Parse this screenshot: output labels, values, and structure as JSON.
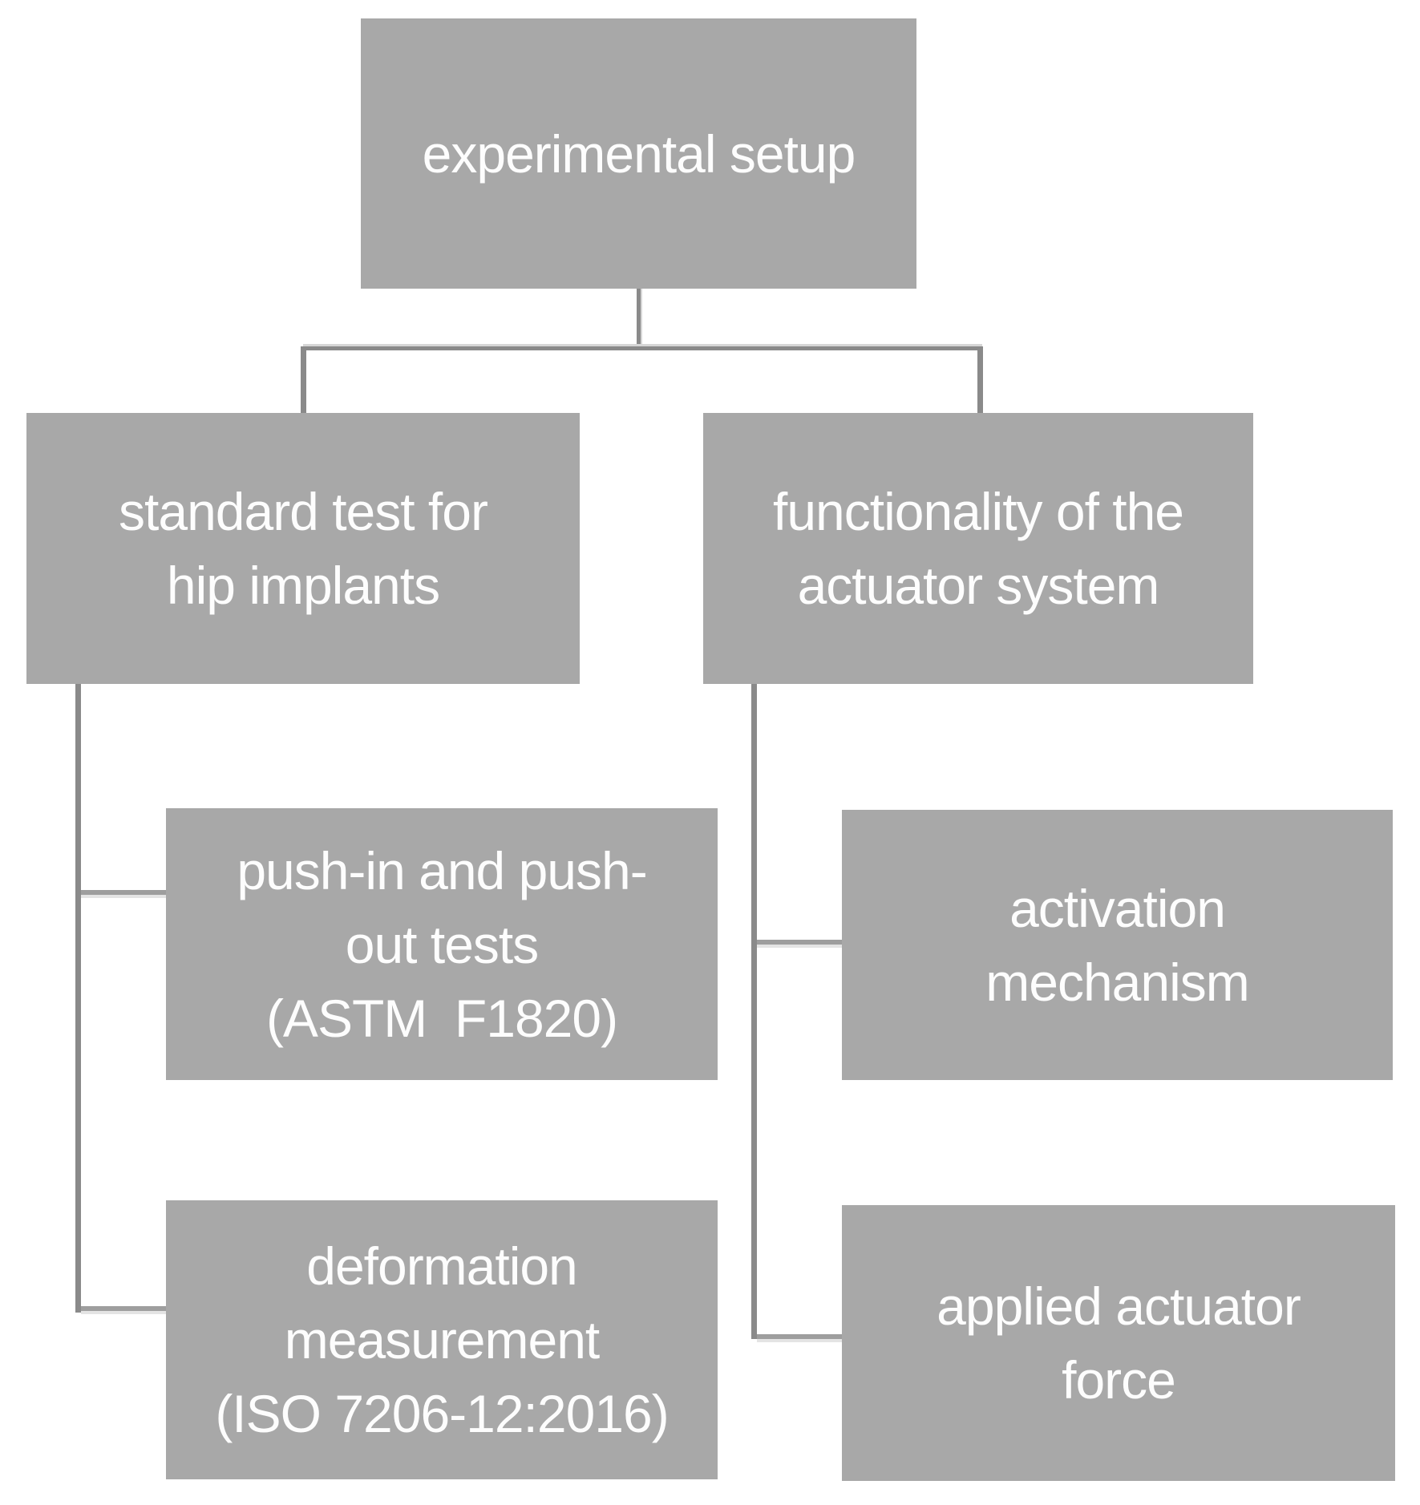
{
  "diagram": {
    "type": "hierarchy-flowchart",
    "background_color": "#ffffff",
    "node_fill_color": "#a8a8a8",
    "node_text_color": "#fdfdfd",
    "connector_color": "#8a8a8a",
    "connector_highlight_color": "#d6d6d6",
    "stub_color": "#9e9e9e",
    "stub_shadow_color": "#e4e4e4"
  },
  "nodes": {
    "root": {
      "label": "experimental setup",
      "lines": [
        "experimental setup"
      ]
    },
    "standard_test": {
      "label": "standard test for hip implants",
      "lines": [
        "standard test for",
        "hip implants"
      ]
    },
    "functionality": {
      "label": "functionality of the actuator system",
      "lines": [
        "functionality of the",
        "actuator system"
      ]
    },
    "push_tests": {
      "label": "push-in and push-out tests (ASTM  F1820)",
      "lines": [
        "push-in and push-",
        "out tests",
        "(ASTM  F1820)"
      ]
    },
    "activation": {
      "label": "activation mechanism",
      "lines": [
        "activation",
        "mechanism"
      ]
    },
    "deformation": {
      "label": "deformation measurement (ISO 7206-12:2016)",
      "lines": [
        "deformation",
        "measurement",
        "(ISO 7206-12:2016)"
      ]
    },
    "applied_force": {
      "label": "applied actuator force",
      "lines": [
        "applied actuator",
        "force"
      ]
    }
  }
}
